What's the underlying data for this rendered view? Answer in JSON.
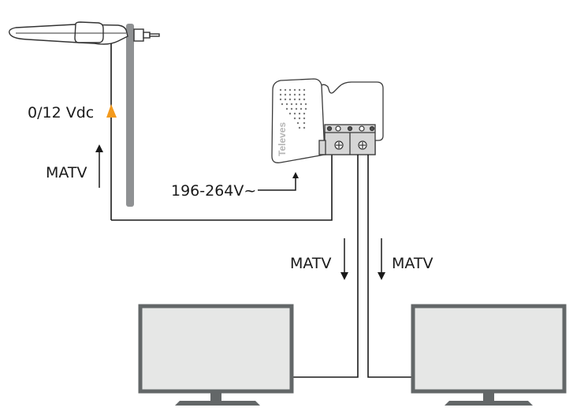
{
  "diagram": {
    "labels": {
      "dc_power": "0/12 Vdc",
      "matv_up": "MATV",
      "mains_voltage": "196-264V~",
      "matv_down_left": "MATV",
      "matv_down_right": "MATV"
    },
    "amplifier": {
      "brand": "Televes",
      "outputs": 2
    },
    "devices": [
      {
        "name": "antenna"
      },
      {
        "name": "mast"
      },
      {
        "name": "amplifier"
      },
      {
        "name": "tv-left"
      },
      {
        "name": "tv-right"
      }
    ],
    "colors": {
      "cable": "#1a1a1a",
      "mast": "#8f9193",
      "tv_frame": "#636768",
      "tv_screen": "#e6e7e6",
      "dc_arrow": "#f39a1e",
      "device_outline": "#3a3a3a",
      "terminal_fill": "#d6d6d6"
    }
  }
}
